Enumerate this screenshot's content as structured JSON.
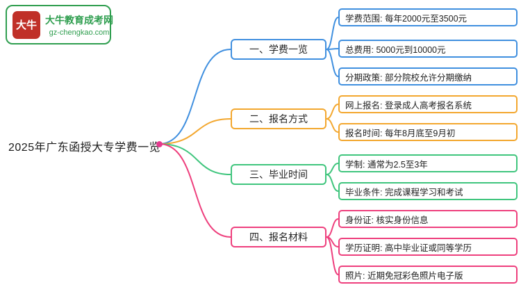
{
  "logo": {
    "badge_text": "大牛",
    "site_name": "大牛教育成考网",
    "site_url": "gz-chengkao.com"
  },
  "root": {
    "label": "2025年广东函授大专学费一览"
  },
  "colors": {
    "c1": "#3f8fdf",
    "c2": "#f3a72e",
    "c3": "#3fc57d",
    "c4": "#ee3f7d",
    "dot": "#e53a8f",
    "logo-green": "#2f9e4f",
    "logo-red": "#c03028"
  },
  "branches": [
    {
      "label": "一、学费一览",
      "children": [
        "学费范围: 每年2000元至3500元",
        "总费用: 5000元到10000元",
        "分期政策: 部分院校允许分期缴纳"
      ]
    },
    {
      "label": "二、报名方式",
      "children": [
        "网上报名: 登录成人高考报名系统",
        "报名时间: 每年8月底至9月初"
      ]
    },
    {
      "label": "三、毕业时间",
      "children": [
        "学制: 通常为2.5至3年",
        "毕业条件: 完成课程学习和考试"
      ]
    },
    {
      "label": "四、报名材料",
      "children": [
        "身份证: 核实身份信息",
        "学历证明: 高中毕业证或同等学历",
        "照片: 近期免冠彩色照片电子版"
      ]
    }
  ]
}
